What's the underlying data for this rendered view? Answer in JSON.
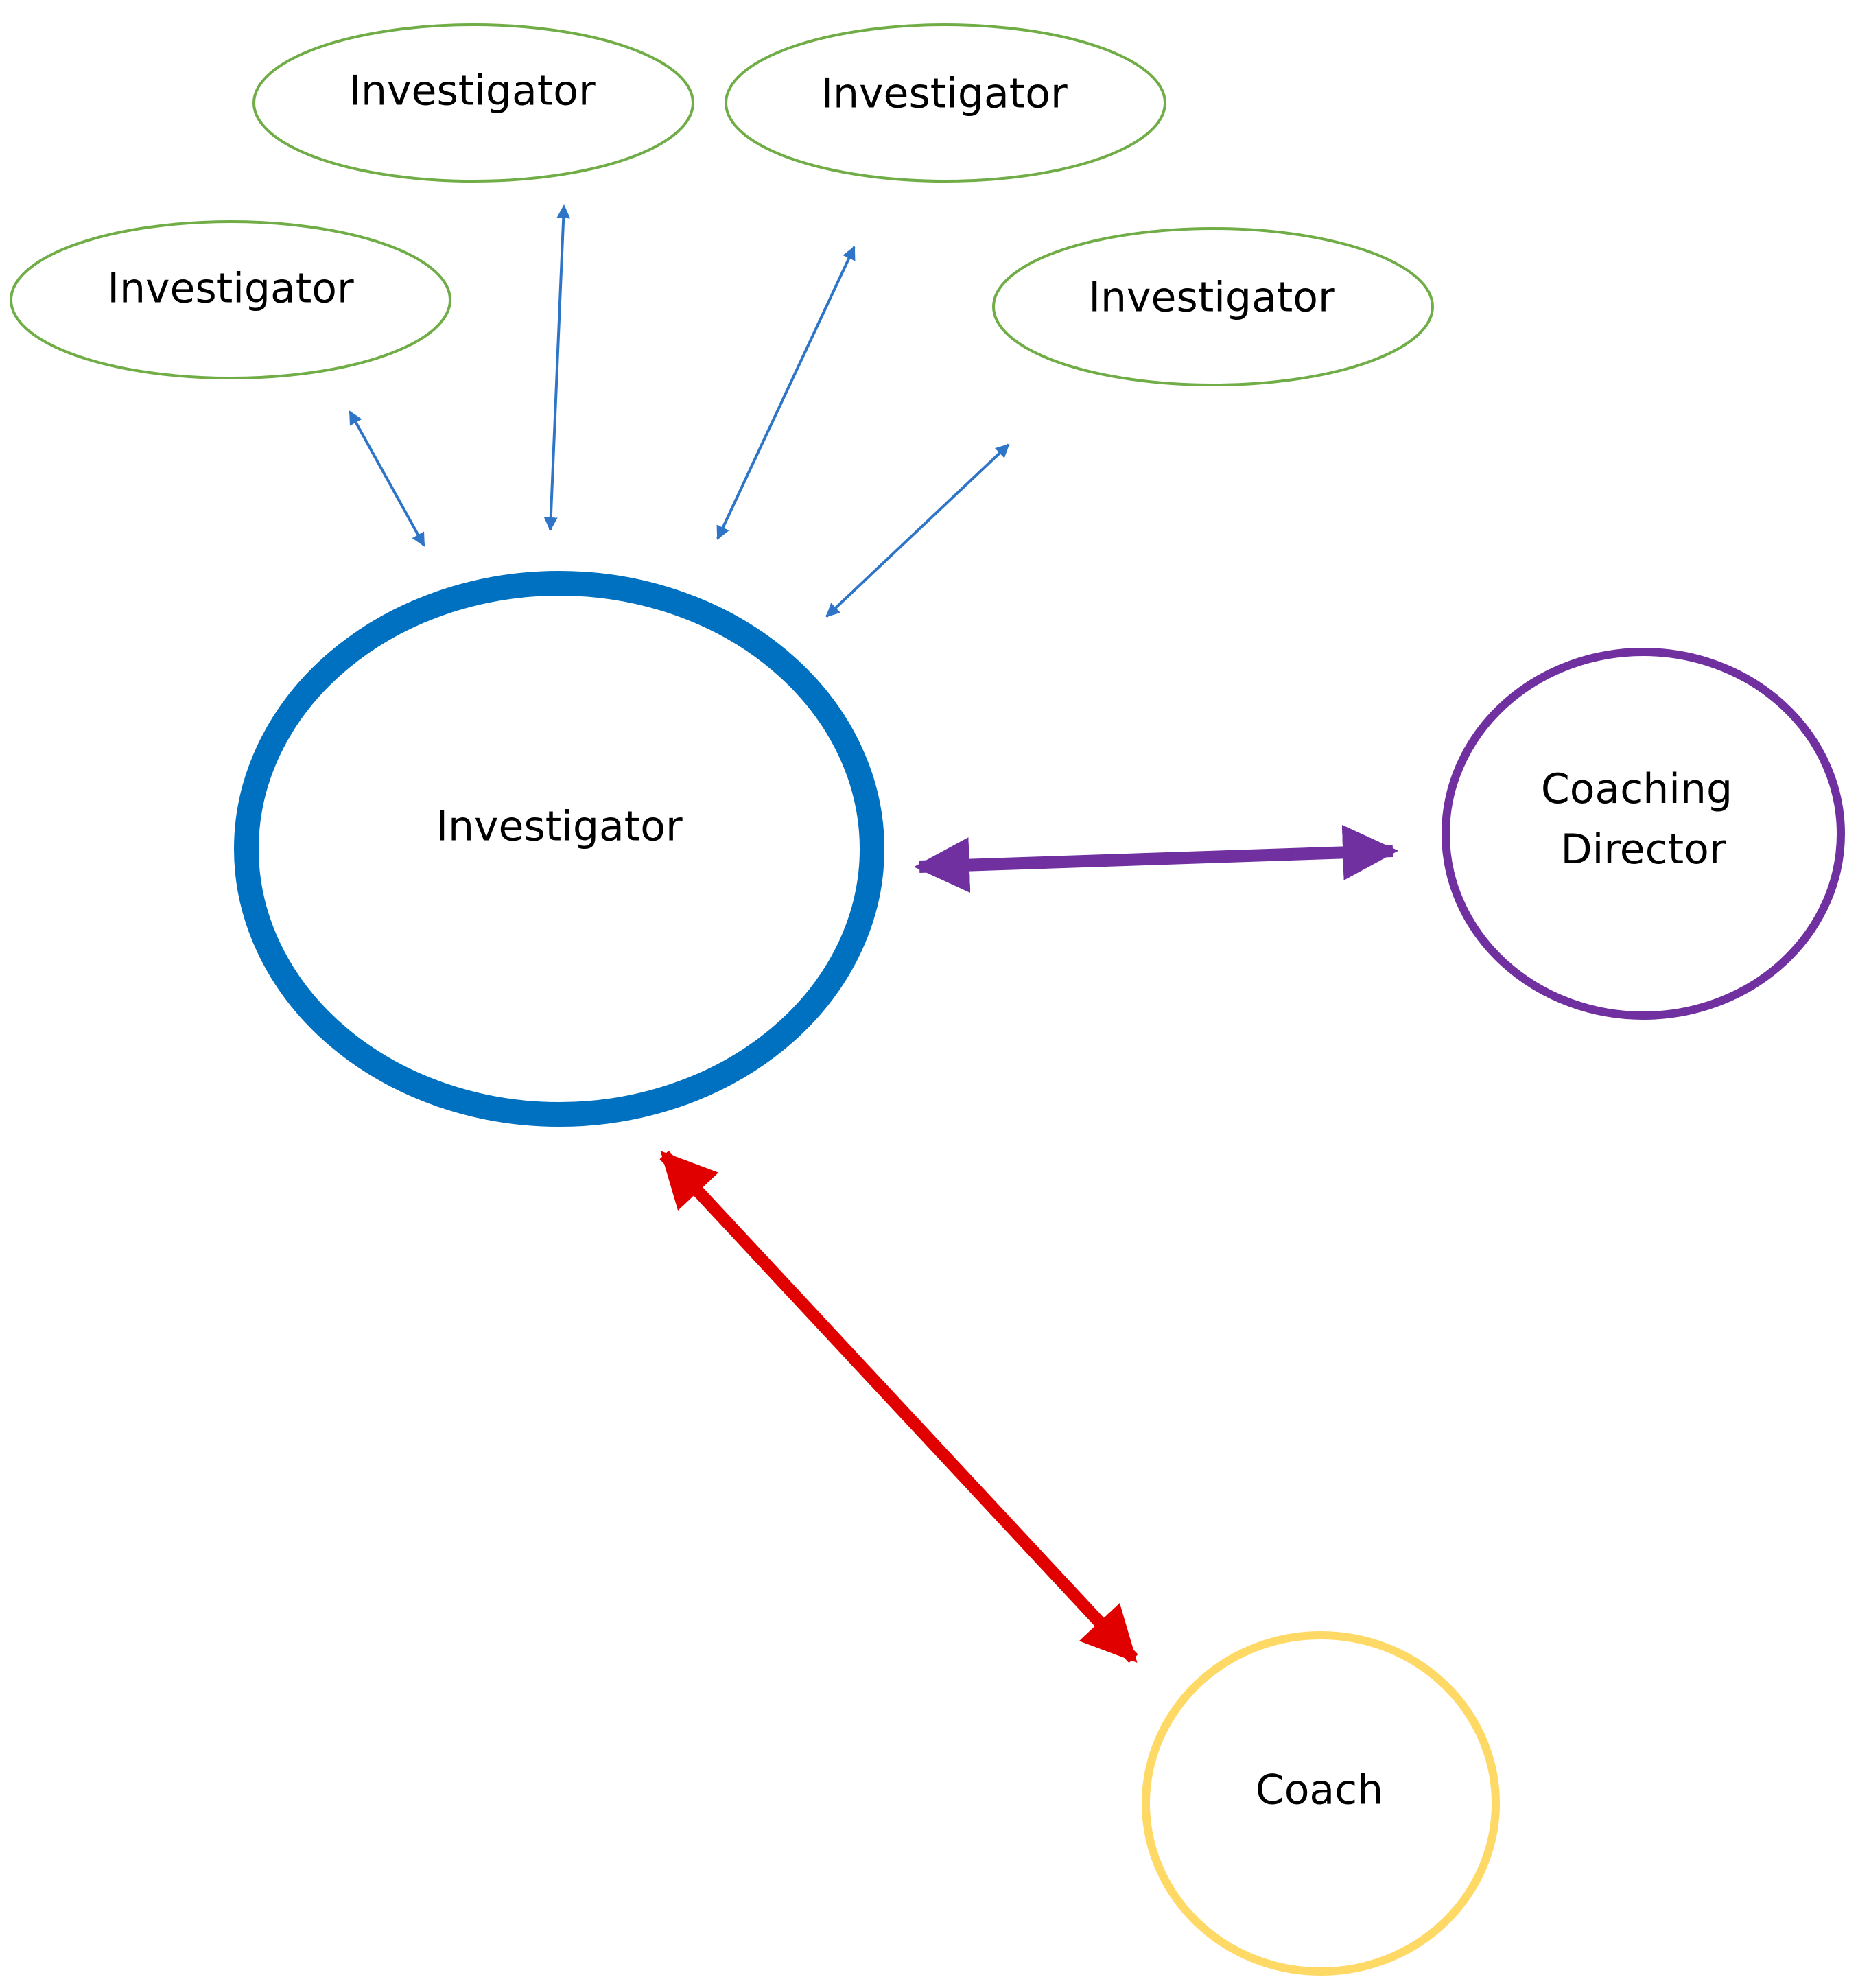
{
  "colors": {
    "peer_outline": "#70AD47",
    "main_outline": "#0070C0",
    "peer_arrow": "#2E75C8",
    "director_outline": "#7030A0",
    "director_arrow": "#7030A0",
    "coach_outline": "#FFD966",
    "coach_arrow": "#E00000",
    "text": "#000000"
  },
  "nodes": {
    "peer_1": {
      "label": "Investigator"
    },
    "peer_2": {
      "label": "Investigator"
    },
    "peer_3": {
      "label": "Investigator"
    },
    "peer_4": {
      "label": "Investigator"
    },
    "main": {
      "label": "Investigator"
    },
    "director": {
      "line1": "Coaching",
      "line2": "Director"
    },
    "coach": {
      "label": "Coach"
    }
  },
  "connections": [
    {
      "from": "main",
      "to": "peer_1",
      "direction": "bidirectional"
    },
    {
      "from": "main",
      "to": "peer_2",
      "direction": "bidirectional"
    },
    {
      "from": "main",
      "to": "peer_3",
      "direction": "bidirectional"
    },
    {
      "from": "main",
      "to": "peer_4",
      "direction": "bidirectional"
    },
    {
      "from": "main",
      "to": "director",
      "direction": "bidirectional"
    },
    {
      "from": "main",
      "to": "coach",
      "direction": "bidirectional"
    }
  ]
}
